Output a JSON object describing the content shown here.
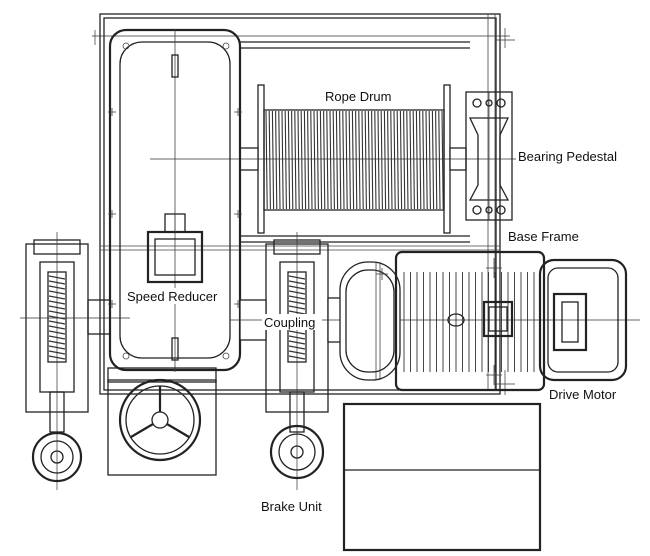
{
  "labels": {
    "rope_drum": "Rope Drum",
    "bearing_pedestal": "Bearing Pedestal",
    "base_frame": "Base Frame",
    "speed_reducer": "Speed Reducer",
    "coupling": "Coupling",
    "drive_motor": "Drive Motor",
    "brake_unit": "Brake Unit"
  }
}
